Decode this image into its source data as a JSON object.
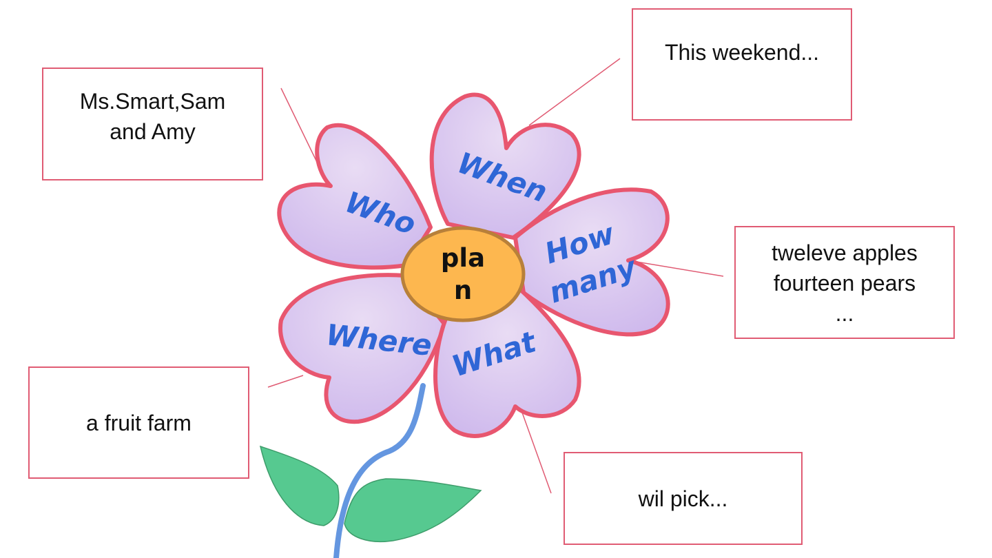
{
  "petals": {
    "who": "Who",
    "when": "When",
    "how": "How",
    "many": "many",
    "where": "Where",
    "what": "What"
  },
  "center": {
    "line1": "pla",
    "line2": "n"
  },
  "answers": {
    "who": "Ms.Smart,Sam\nand Amy",
    "when": "This weekend...",
    "how_many": "tweleve apples\nfourteen pears\n...",
    "where": "a fruit farm",
    "what": "wil pick..."
  },
  "colors": {
    "petal_fill": "#dccbee",
    "petal_outline": "#e8566f",
    "center_fill": "#fdb74f",
    "center_outline": "#b8803a",
    "petal_text": "#2f66d6",
    "stem": "#6496e0",
    "leaf": "#56c990",
    "box_border": "#e05b73"
  },
  "icons": {
    "flower": "flower-icon",
    "leaf": "leaf-icon"
  }
}
